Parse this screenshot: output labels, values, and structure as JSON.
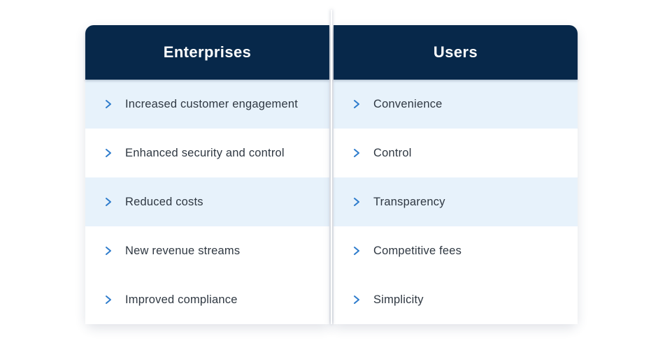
{
  "table": {
    "columns": [
      {
        "header": "Enterprises",
        "rows": [
          "Increased customer engagement",
          "Enhanced security and control",
          "Reduced costs",
          "New revenue streams",
          "Improved compliance"
        ]
      },
      {
        "header": "Users",
        "rows": [
          "Convenience",
          "Control",
          "Transparency",
          "Competitive fees",
          "Simplicity"
        ]
      }
    ]
  },
  "icons": {
    "row_bullet": "chevron-right-icon"
  },
  "colors": {
    "header_bg": "#07284a",
    "header_text": "#ffffff",
    "row_white": "#ffffff",
    "row_alt": "#e7f2fb",
    "row_text": "#2f3842",
    "chevron": "#2e7ccc",
    "page_bg": "#ffffff"
  }
}
